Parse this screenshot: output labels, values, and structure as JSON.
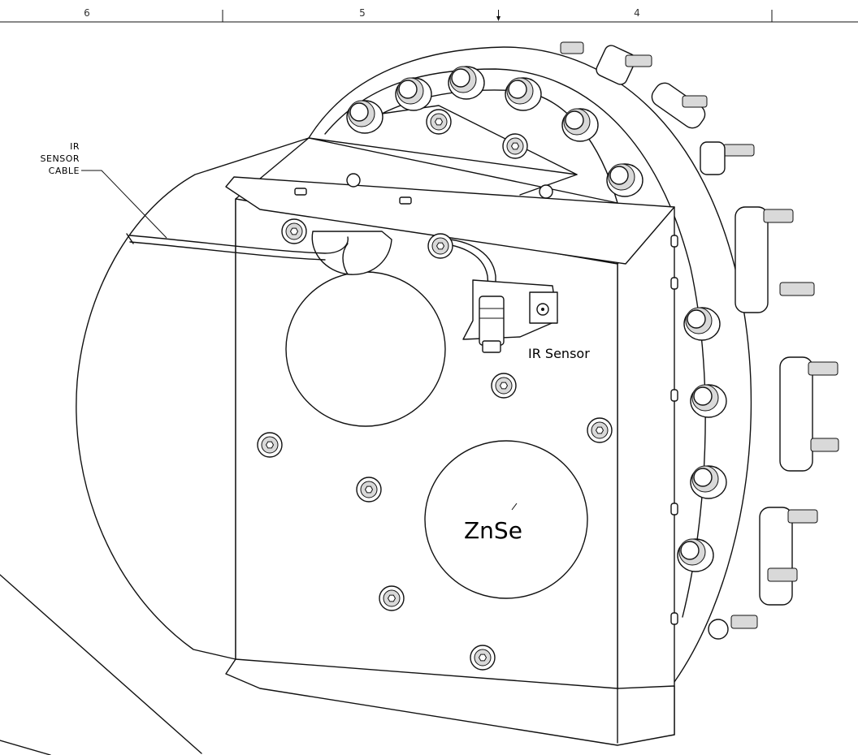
{
  "ruler": {
    "zones": [
      "6",
      "5",
      "4"
    ]
  },
  "labels": {
    "cable_line1": "IR",
    "cable_line2": "SENSOR",
    "cable_line3": "CABLE",
    "ir_sensor": "IR Sensor",
    "window": "ZnSe"
  },
  "colors": {
    "line": "#111111",
    "background": "#ffffff"
  }
}
